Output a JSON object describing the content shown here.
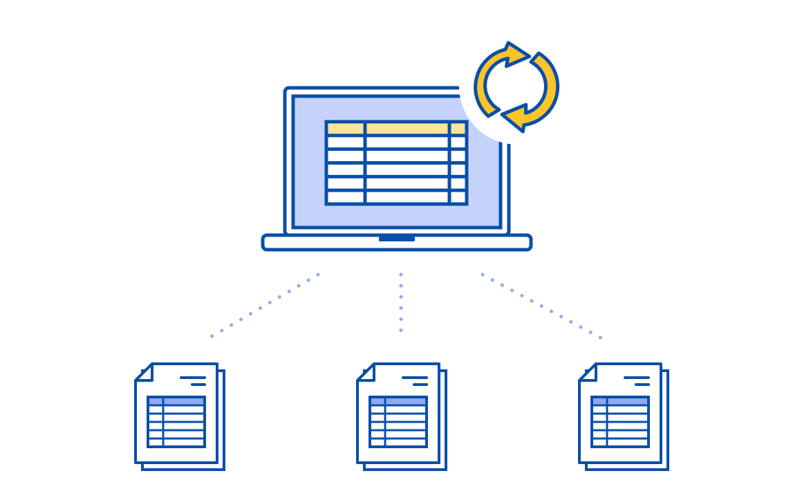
{
  "diagram": {
    "central_node": {
      "icon": "laptop-spreadsheet-icon",
      "badge_icon": "sync-arrows-icon",
      "table": {
        "rows": 6,
        "columns": 3,
        "header_row": true
      }
    },
    "child_nodes": [
      {
        "icon": "spreadsheet-document-icon"
      },
      {
        "icon": "spreadsheet-document-icon"
      },
      {
        "icon": "spreadsheet-document-icon"
      }
    ],
    "connectors": {
      "style": "dotted",
      "count": 3
    },
    "colors": {
      "outline": "#0a4fa8",
      "screen": "#c5d3fb",
      "table_header": "#fde59a",
      "doc_header": "#8fa8f0",
      "sync_yellow": "#fbc42b",
      "connector": "#8fadee",
      "badge_bg": "#ffffff"
    }
  }
}
